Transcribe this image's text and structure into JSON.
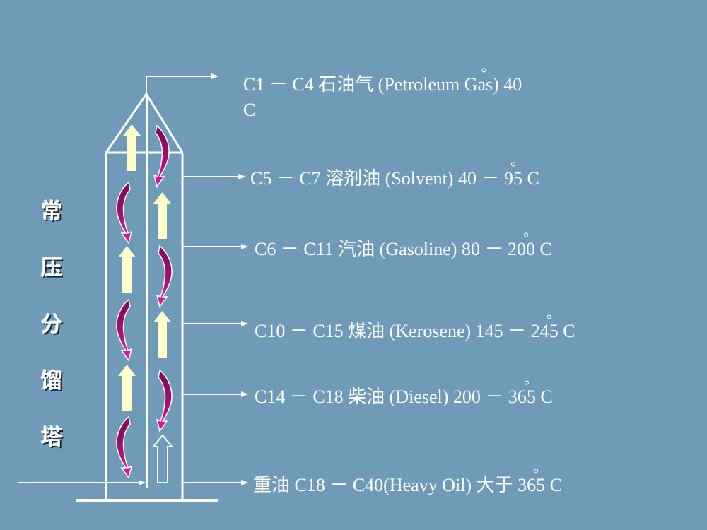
{
  "title": {
    "vertical_chars": [
      "常",
      "压",
      "分",
      "馏",
      "塔"
    ]
  },
  "colors": {
    "background": "#6f9bb8",
    "lines": "#ffffff",
    "vapor_arrow": "#ffffcc",
    "reflux_arrow_dark": "#8b0a5a",
    "reflux_arrow_light": "#e0109a",
    "text": "#ffffff"
  },
  "fractions": [
    {
      "carbon_range": "C1 － C4",
      "name_cn": "石油气",
      "name_en": "(Petroleum Gas)",
      "temp_prefix": "40",
      "temp_suffix": "C",
      "degree": "°",
      "line1": "C1 － C4   石油气 (Petroleum Gas)  40",
      "line2": "C"
    },
    {
      "carbon_range": "C5 － C7",
      "name_cn": "溶剂油",
      "name_en": "(Solvent)",
      "temp": "40 － 95 C",
      "text_a": "C5 － C7   溶剂油 (Solvent)  40 － 9",
      "text_b": "5 C",
      "degree": "°"
    },
    {
      "carbon_range": "C6 － C11",
      "name_cn": "汽油",
      "name_en": "(Gasoline)",
      "temp": "80 － 200 C",
      "text_a": "C6 － C11   汽油 (Gasoline)  80 － 20",
      "text_b": "0 C",
      "degree": "°"
    },
    {
      "carbon_range": "C10 － C15",
      "name_cn": "煤油",
      "name_en": "(Kerosene)",
      "temp": "145 － 245 C",
      "text_a": "C10 － C15   煤油 (Kerosene)  145 － 24",
      "text_b": "5 C",
      "degree": "°"
    },
    {
      "carbon_range": "C14 － C18",
      "name_cn": "柴油",
      "name_en": "(Diesel)",
      "temp": "200 － 365 C",
      "text_a": "C14 － C18   柴油 (Diesel)  200 － 36",
      "text_b": "5 C",
      "degree": "°"
    },
    {
      "carbon_range": "C18 － C40",
      "name_cn": "重油",
      "name_en": "(Heavy Oil)",
      "temp": "大于 365 C",
      "text_a": "重油     C18 － C40(Heavy Oil)    大于 36",
      "text_b": "5 C",
      "degree": "°"
    }
  ]
}
